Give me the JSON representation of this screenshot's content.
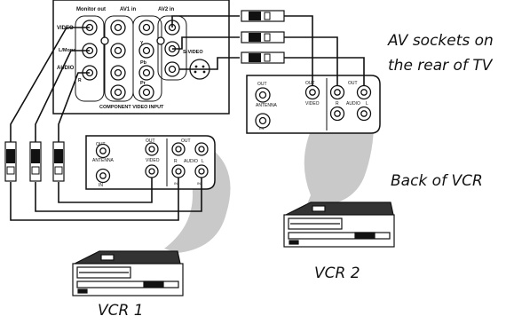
{
  "tv_panel": {
    "monitor_out": "Monitor out",
    "av1_in": "AV1 in",
    "av2_in": "AV2 in",
    "video": "VIDEO",
    "lmono": "L/Mono",
    "audio": "AUDIO",
    "r": "R",
    "y": "Y",
    "pb": "Pb",
    "pr": "Pr",
    "svideo": "S-VIDEO",
    "component": "COMPONENT VIDEO INPUT"
  },
  "vcr_back": {
    "out": "OUT",
    "antenna": "ANTENNA",
    "in": "IN",
    "video": "VIDEO",
    "r": "R",
    "audio": "AUDIO",
    "l": "L"
  },
  "captions": {
    "av_sockets_line1": "AV sockets on",
    "av_sockets_line2": "the rear of TV",
    "back_of_vcr": "Back of VCR",
    "vcr1": "VCR 1",
    "vcr2": "VCR 2"
  }
}
